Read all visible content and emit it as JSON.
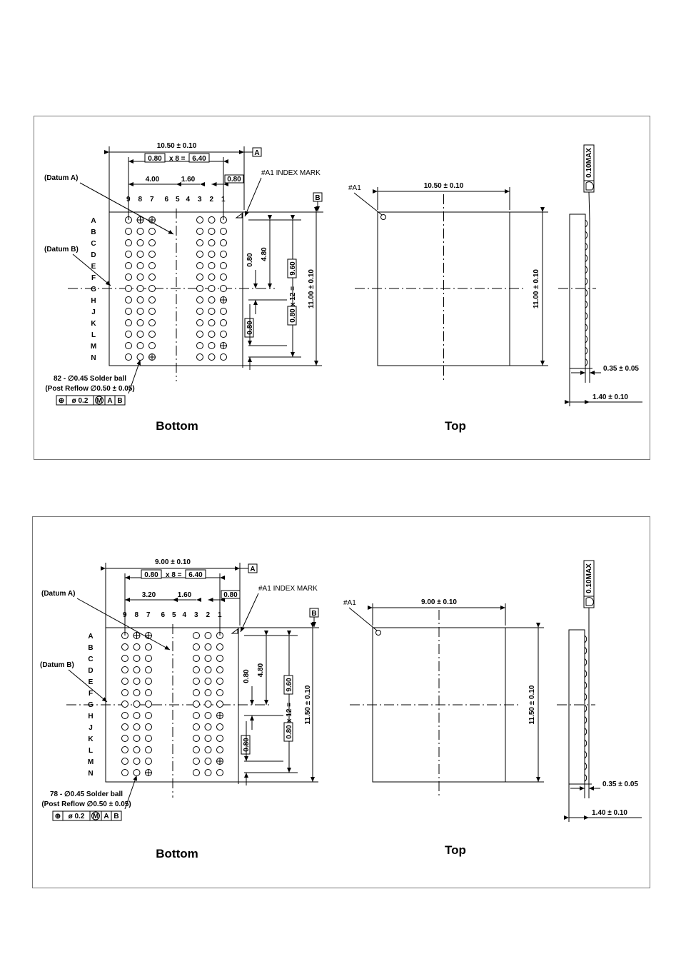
{
  "top_pkg": {
    "width_dim": "10.50 ± 0.10",
    "pitch_label": "0.80",
    "pitch_mult": "x 8 =",
    "pitch_total": "6.40",
    "small_pitch": "0.80",
    "gap": "1.60",
    "span": "4.00",
    "datum_a": "(Datum A)",
    "datum_b": "(Datum B)",
    "index_mark": "#A1 INDEX MARK",
    "box_a": "A",
    "box_b": "B",
    "cols": [
      "9",
      "8",
      "7",
      "6",
      "5",
      "4",
      "3",
      "2",
      "1"
    ],
    "rows": [
      "A",
      "B",
      "C",
      "D",
      "E",
      "F",
      "G",
      "H",
      "J",
      "K",
      "L",
      "M",
      "N"
    ],
    "half_height": "4.80",
    "row_pitch": "0.80",
    "row_mult": "x 12 =",
    "row_total": "9.60",
    "row_pitch_box": "0.80",
    "row_pitch_box2": "0.80",
    "height_dim": "11.00 ± 0.10",
    "balls_note": "82 - ∅0.45 Solder ball",
    "reflow_note": "(Post Reflow ∅0.50 ± 0.05)",
    "fcf": [
      "⊕",
      "ø 0.2",
      "M",
      "A",
      "B"
    ],
    "bottom_label": "Bottom",
    "top_label": "Top",
    "a1": "#A1",
    "top_width": "10.50 ± 0.10",
    "top_height": "11.00 ± 0.10",
    "flat_max": "0.10MAX",
    "ball_h": "0.35 ± 0.05",
    "pkg_h": "1.40 ± 0.10"
  },
  "bottom_pkg": {
    "width_dim": "9.00 ± 0.10",
    "pitch_label": "0.80",
    "pitch_mult": "x 8 =",
    "pitch_total": "6.40",
    "small_pitch": "0.80",
    "gap": "1.60",
    "span": "3.20",
    "datum_a": "(Datum A)",
    "datum_b": "(Datum B)",
    "index_mark": "#A1 INDEX MARK",
    "box_a": "A",
    "box_b": "B",
    "cols": [
      "9",
      "8",
      "7",
      "6",
      "5",
      "4",
      "3",
      "2",
      "1"
    ],
    "rows": [
      "A",
      "B",
      "C",
      "D",
      "E",
      "F",
      "G",
      "H",
      "J",
      "K",
      "L",
      "M",
      "N"
    ],
    "half_height": "4.80",
    "row_pitch": "0.80",
    "row_mult": "x 12 =",
    "row_total": "9.60",
    "row_pitch_box": "0.80",
    "row_pitch_box2": "0.80",
    "height_dim": "11.50 ± 0.10",
    "balls_note": "78 - ∅0.45 Solder ball",
    "reflow_note": "(Post Reflow ∅0.50 ± 0.05)",
    "fcf": [
      "⊕",
      "ø 0.2",
      "M",
      "A",
      "B"
    ],
    "bottom_label": "Bottom",
    "top_label": "Top",
    "a1": "#A1",
    "top_width": "9.00 ± 0.10",
    "top_height": "11.50 ± 0.10",
    "flat_max": "0.10MAX",
    "ball_h": "0.35 ± 0.05",
    "pkg_h": "1.40 ± 0.10"
  }
}
